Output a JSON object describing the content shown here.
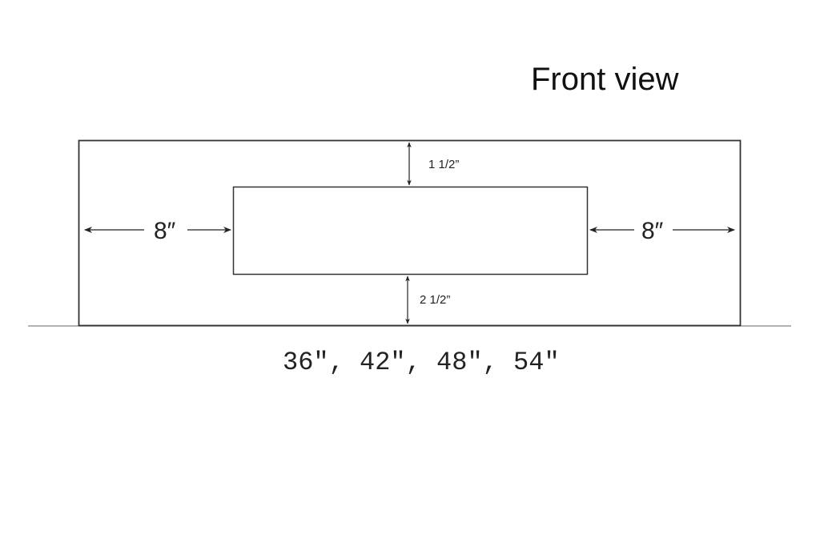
{
  "title": "Front view",
  "dimensions": {
    "left_margin": "8″",
    "right_margin": "8″",
    "top_margin": "1 1/2”",
    "bottom_margin": "2 1/2”"
  },
  "widths_label": "36″, 42″, 48″, 54″",
  "colors": {
    "line": "#333333",
    "ground": "#999999",
    "background": "#ffffff"
  }
}
